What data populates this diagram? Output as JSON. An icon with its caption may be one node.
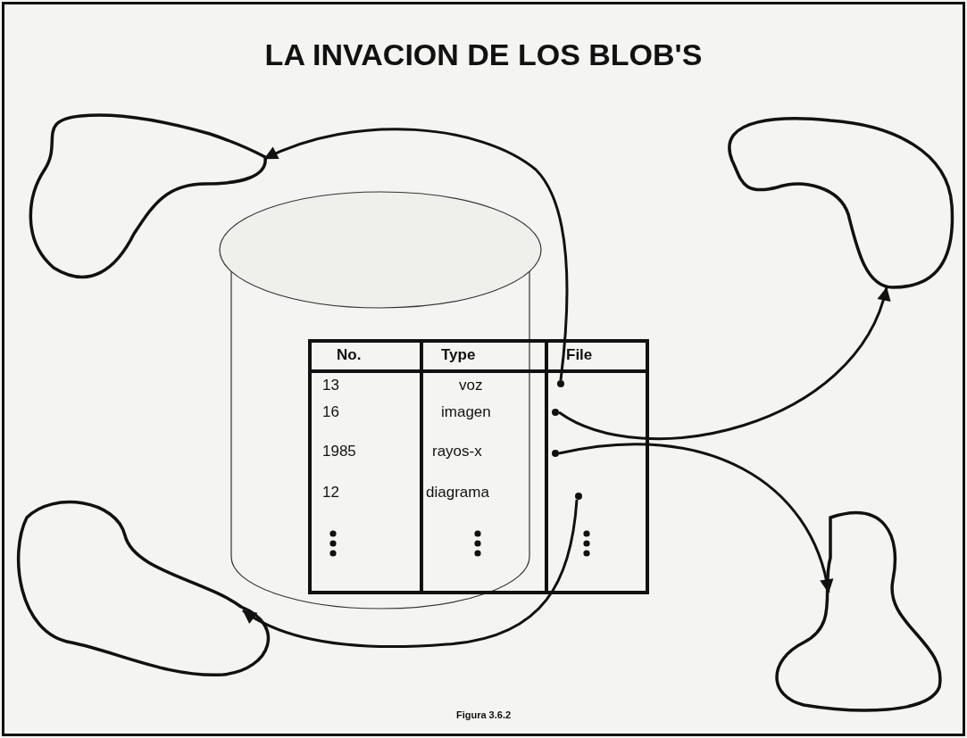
{
  "diagram": {
    "title": "LA INVACION DE LOS BLOB'S",
    "caption": "Figura 3.6.2",
    "nodes": [
      {
        "text": [],
        "shape": "blob"
      },
      {
        "text": [],
        "shape": "blob"
      },
      {
        "text": [],
        "shape": "cylinder"
      },
      {
        "text": [],
        "shape": "circle"
      },
      {
        "text": [],
        "shape": "circle"
      },
      {
        "text": [],
        "shape": "circle"
      },
      {
        "text": [],
        "shape": "circle"
      },
      {
        "text": [],
        "shape": "blob"
      },
      {
        "text": [],
        "shape": "blob"
      }
    ],
    "edges": [
      {
        "from": 3,
        "to": 0,
        "arrow": "to"
      },
      {
        "from": 4,
        "to": 1,
        "arrow": "to"
      },
      {
        "from": 5,
        "to": 8,
        "arrow": "to"
      },
      {
        "from": 6,
        "to": 7,
        "arrow": "to"
      }
    ],
    "labels": [
      "No.",
      "Type",
      "File",
      "13",
      "voz",
      "16",
      "imagen",
      "1985",
      "rayos-x",
      "12",
      "diagrama"
    ]
  }
}
